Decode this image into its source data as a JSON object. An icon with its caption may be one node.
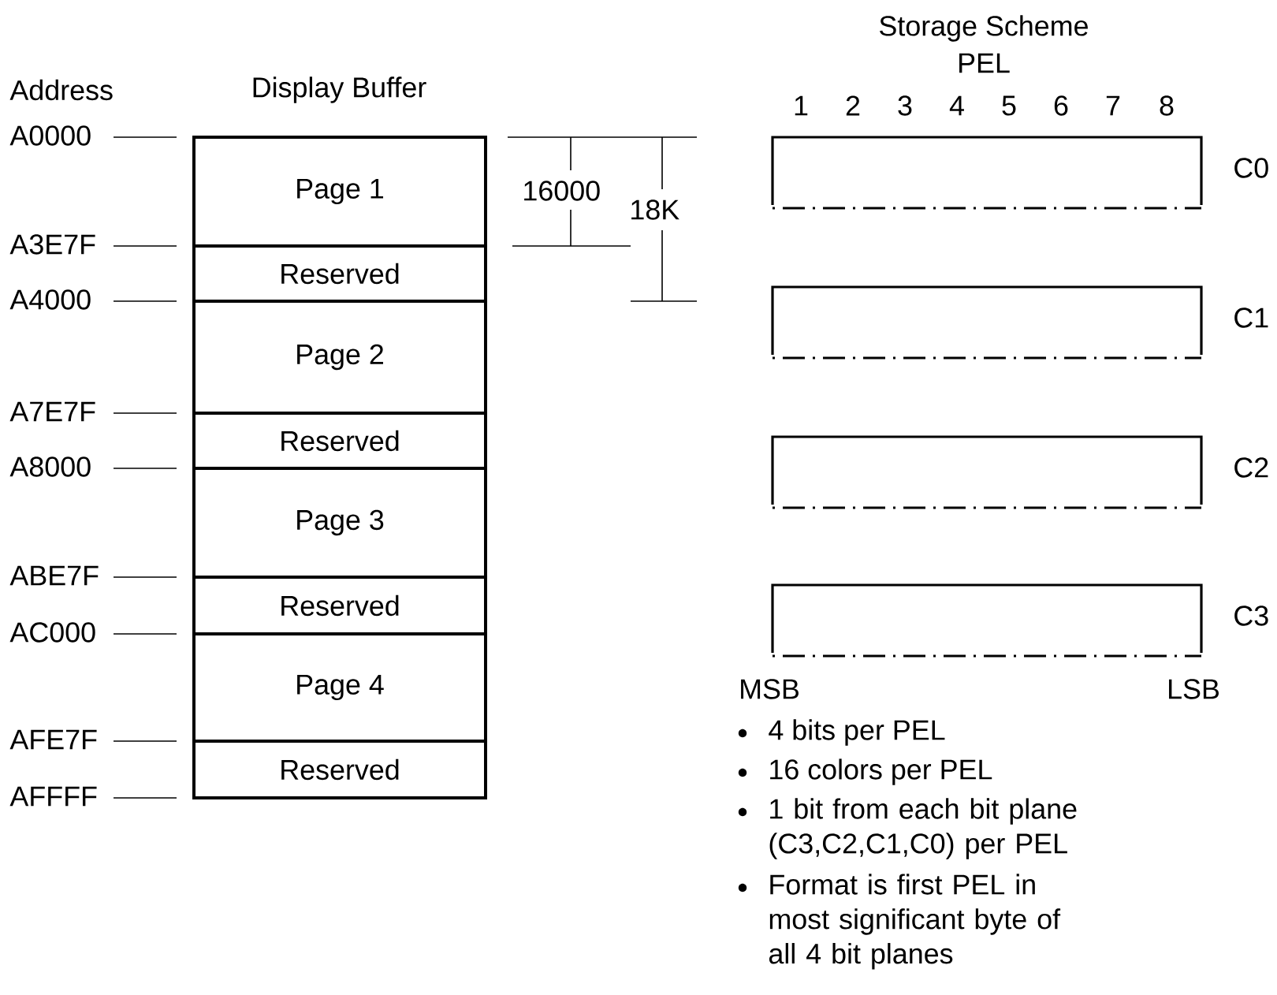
{
  "diagram": {
    "nodes": [
      {
        "text": [
          "Page 1"
        ]
      },
      {
        "text": [
          "Reserved"
        ]
      },
      {
        "text": [
          "Page 2"
        ]
      },
      {
        "text": [
          "Reserved"
        ]
      },
      {
        "text": [
          "Page 3"
        ]
      },
      {
        "text": [
          "Reserved"
        ]
      },
      {
        "text": [
          "Page 4"
        ]
      },
      {
        "text": [
          "Reserved"
        ]
      },
      {
        "text": [],
        "shape": "box",
        "beside": [
          "C0"
        ]
      },
      {
        "text": [],
        "shape": "box",
        "beside": [
          "C1"
        ]
      },
      {
        "text": [],
        "shape": "box",
        "beside": [
          "C2"
        ]
      },
      {
        "text": [],
        "shape": "box",
        "beside": [
          "C3"
        ]
      }
    ],
    "labels": [
      "Address",
      "Display Buffer",
      "Storage Scheme",
      "PEL",
      "1",
      "2",
      "3",
      "4",
      "5",
      "6",
      "7",
      "8",
      "A0000",
      "16000",
      "18K",
      "A3E7F",
      "A4000",
      "A7E7F",
      "A8000",
      "ABE7F",
      "AC000",
      "AFE7F",
      "AFFFF",
      "MSB",
      "LSB",
      "4 bits per PEL",
      "16 colors per PEL",
      "1 bit from each bit plane (C3,C2,C1,C0) per PEL",
      "Format is first PEL in most significant byte of all 4 bit planes"
    ]
  }
}
